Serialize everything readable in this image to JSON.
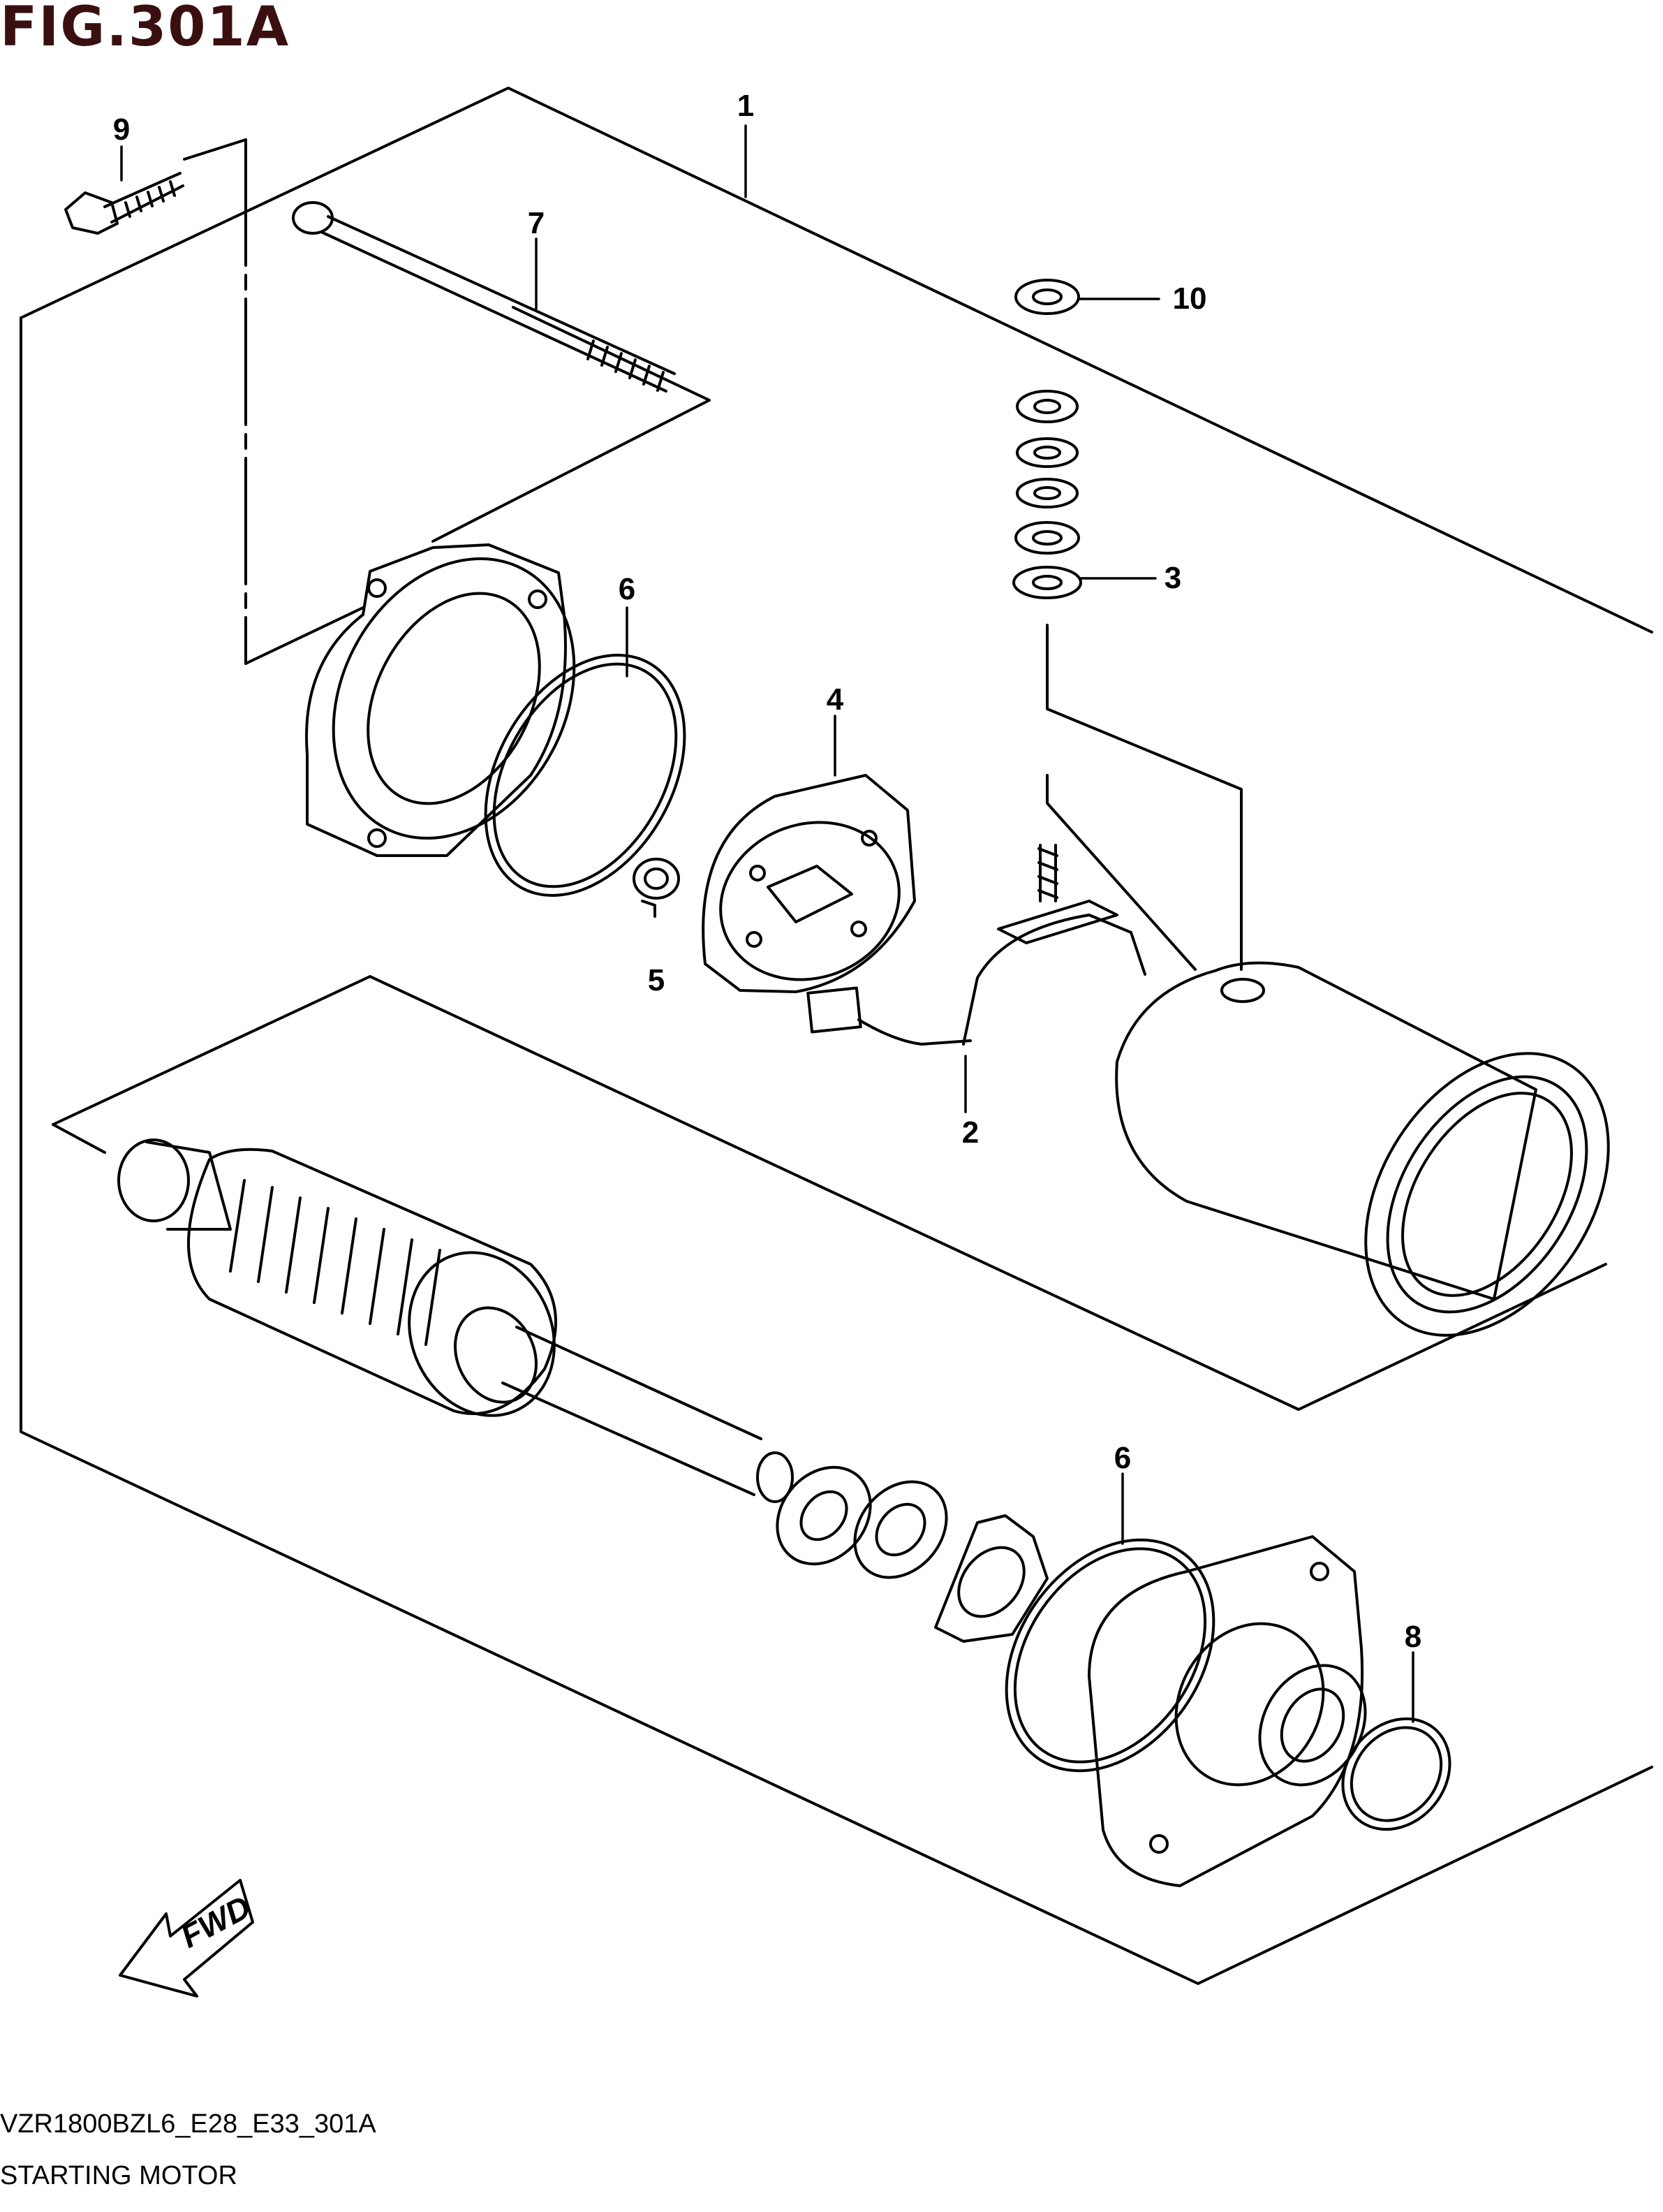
{
  "figure": {
    "title": "FIG.301A"
  },
  "callouts": [
    {
      "number": "1"
    },
    {
      "number": "2"
    },
    {
      "number": "3"
    },
    {
      "number": "4"
    },
    {
      "number": "5"
    },
    {
      "number": "6"
    },
    {
      "number": "6"
    },
    {
      "number": "7"
    },
    {
      "number": "8"
    },
    {
      "number": "9"
    },
    {
      "number": "10"
    }
  ],
  "direction_label": "FWD",
  "footer": {
    "model_code": "VZR1800BZL6_E28_E33_301A",
    "section_name": "STARTING MOTOR"
  },
  "colors": {
    "title": "#3a0f0f",
    "line": "#000000"
  }
}
